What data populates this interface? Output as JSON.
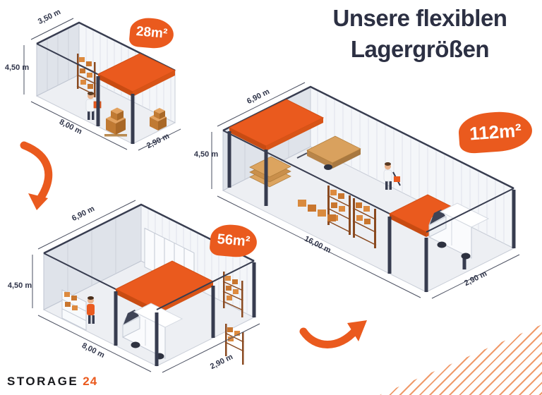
{
  "title": {
    "line1": "Unsere flexiblen",
    "line2": "Lagergrößen"
  },
  "brand": {
    "primary": "STORAGE",
    "accent": "24"
  },
  "units": [
    {
      "badge": "28m²",
      "dim_depth": "3,50 m",
      "dim_height": "4,50 m",
      "dim_length": "8,00 m",
      "dim_gate": "2,90 m"
    },
    {
      "badge": "56m²",
      "dim_depth": "6,90 m",
      "dim_height": "4,50 m",
      "dim_length": "8,00 m",
      "dim_gate": "2,90 m"
    },
    {
      "badge": "112m²",
      "dim_depth": "6,90 m",
      "dim_height": "4,50 m",
      "dim_length": "16,00 m",
      "dim_gate": "2,90 m"
    }
  ],
  "colors": {
    "accent": "#ea5a1e",
    "dark": "#2c3043",
    "hatch": "#f09a6a"
  },
  "icons": {
    "arrow_1": "curved-arrow-down-icon",
    "arrow_2": "curved-arrow-up-right-icon"
  }
}
